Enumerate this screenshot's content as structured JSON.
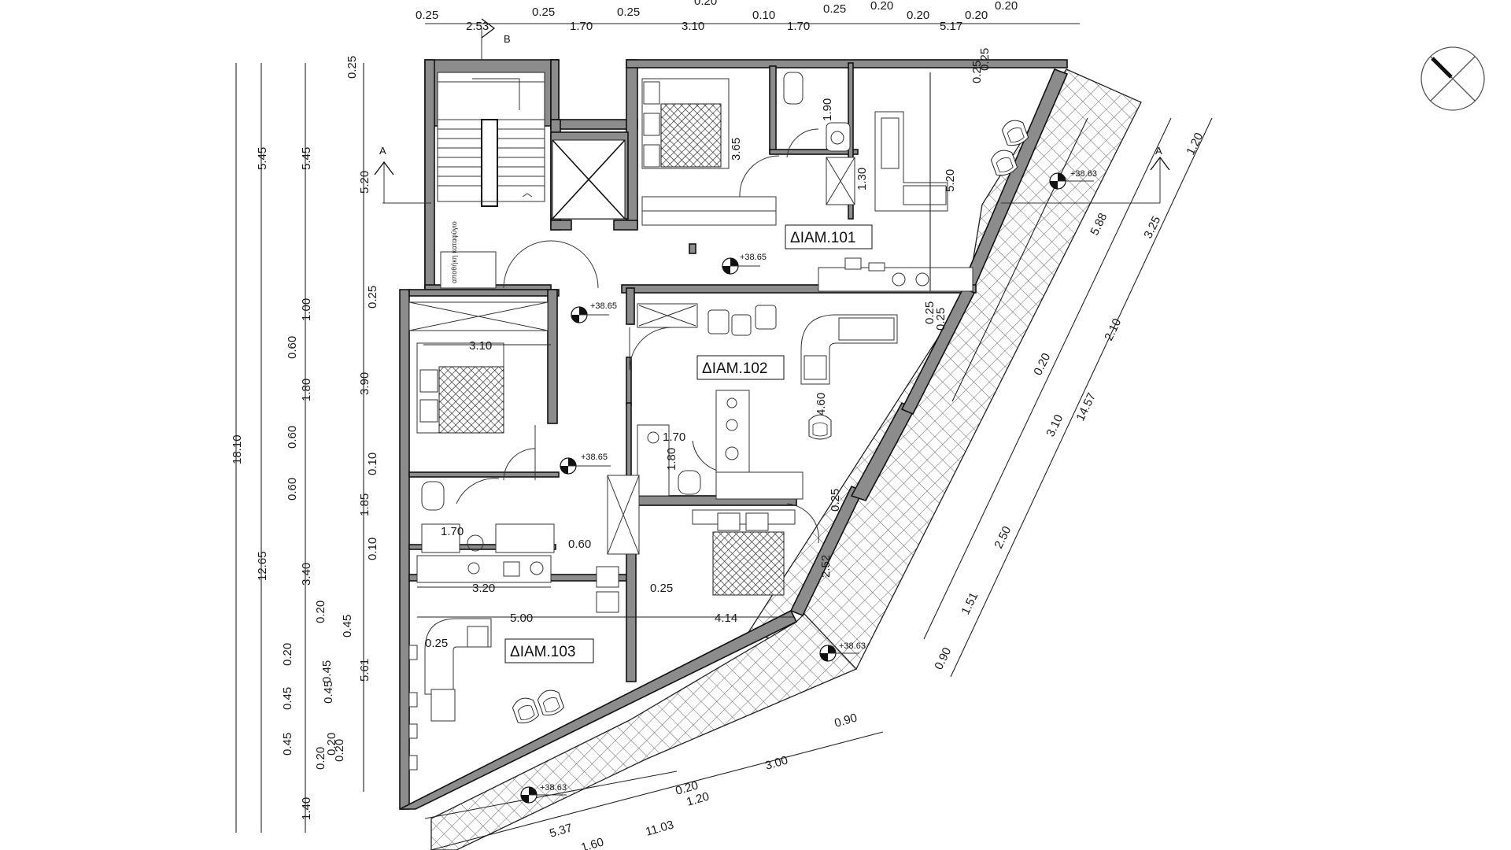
{
  "rooms": [
    {
      "label": "ΔΙΑΜ.101"
    },
    {
      "label": "ΔΙΑΜ.102"
    },
    {
      "label": "ΔΙΑΜ.103"
    }
  ],
  "levels": [
    "+38.65",
    "+38.65",
    "+38.65",
    "+38.63",
    "+38.63",
    "+38.63"
  ],
  "section_marks": [
    "A",
    "A",
    "B"
  ],
  "vertical_note": "αποθήκη καταφύγιο",
  "dims_top": [
    "0.25",
    "2.53",
    "1.70",
    "3.10",
    "0.10",
    "1.70",
    "5.17",
    "0.25",
    "0.25",
    "0.25",
    "0.20",
    "0.20",
    "0.20",
    "0.20",
    "0.20"
  ],
  "dims_left_outer": [
    "18.10",
    "5.45",
    "12.65"
  ],
  "dims_left_mid": [
    "5.45",
    "1.00",
    "0.60",
    "1.80",
    "0.60",
    "0.60",
    "3.40",
    "0.20",
    "0.45",
    "0.20",
    "0.45",
    "0.45",
    "1.40",
    "0.20",
    "0.20",
    "0.20",
    "0.45",
    "0.45"
  ],
  "dims_left_inner": [
    "0.25",
    "5.20",
    "0.25",
    "3.90",
    "0.10",
    "1.85",
    "0.10",
    "5.61"
  ],
  "dims_interior": [
    "3.65",
    "1.90",
    "1.30",
    "5.20",
    "3.10",
    "1.70",
    "1.80",
    "4.60",
    "0.25",
    "1.70",
    "3.20",
    "0.60",
    "5.00",
    "4.14",
    "0.25",
    "2.52",
    "0.25",
    "0.25",
    "0.25",
    "0.25"
  ],
  "dims_right": [
    "5.88",
    "3.25",
    "1.20",
    "2.10",
    "0.20",
    "14.57",
    "3.10",
    "2.50",
    "1.51",
    "0.90",
    "0.25"
  ],
  "dims_bottom": [
    "5.37",
    "1.60",
    "11.03",
    "1.20",
    "3.00",
    "0.90",
    "0.20"
  ]
}
